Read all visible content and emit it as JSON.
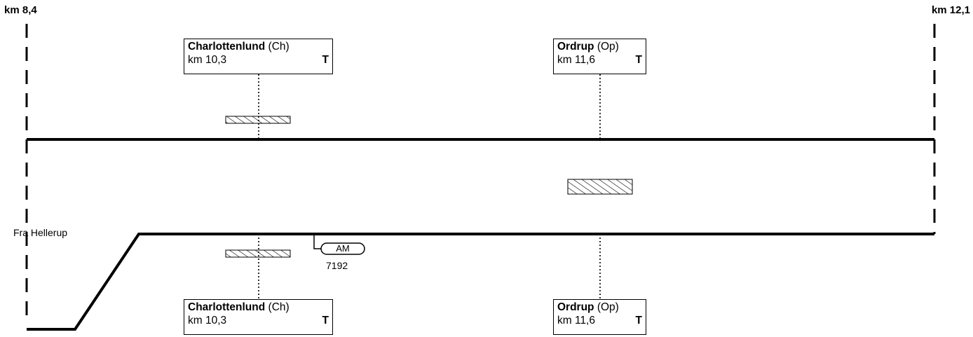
{
  "km_start": "km 8,4",
  "km_end": "km 12,1",
  "stations_top": [
    {
      "name": "Charlottenlund",
      "code": "(Ch)",
      "km": "km 10,3",
      "sig": "T"
    },
    {
      "name": "Ordrup",
      "code": "(Op)",
      "km": "km 11,6",
      "sig": "T"
    }
  ],
  "stations_bottom": [
    {
      "name": "Charlottenlund",
      "code": "(Ch)",
      "km": "km 10,3",
      "sig": "T"
    },
    {
      "name": "Ordrup",
      "code": "(Op)",
      "km": "km 11,6",
      "sig": "T"
    }
  ],
  "track_origin_label": "Fra Hellerup",
  "device": {
    "type": "AM",
    "number": "7192"
  },
  "colors": {
    "line": "#000000",
    "background": "#ffffff"
  }
}
